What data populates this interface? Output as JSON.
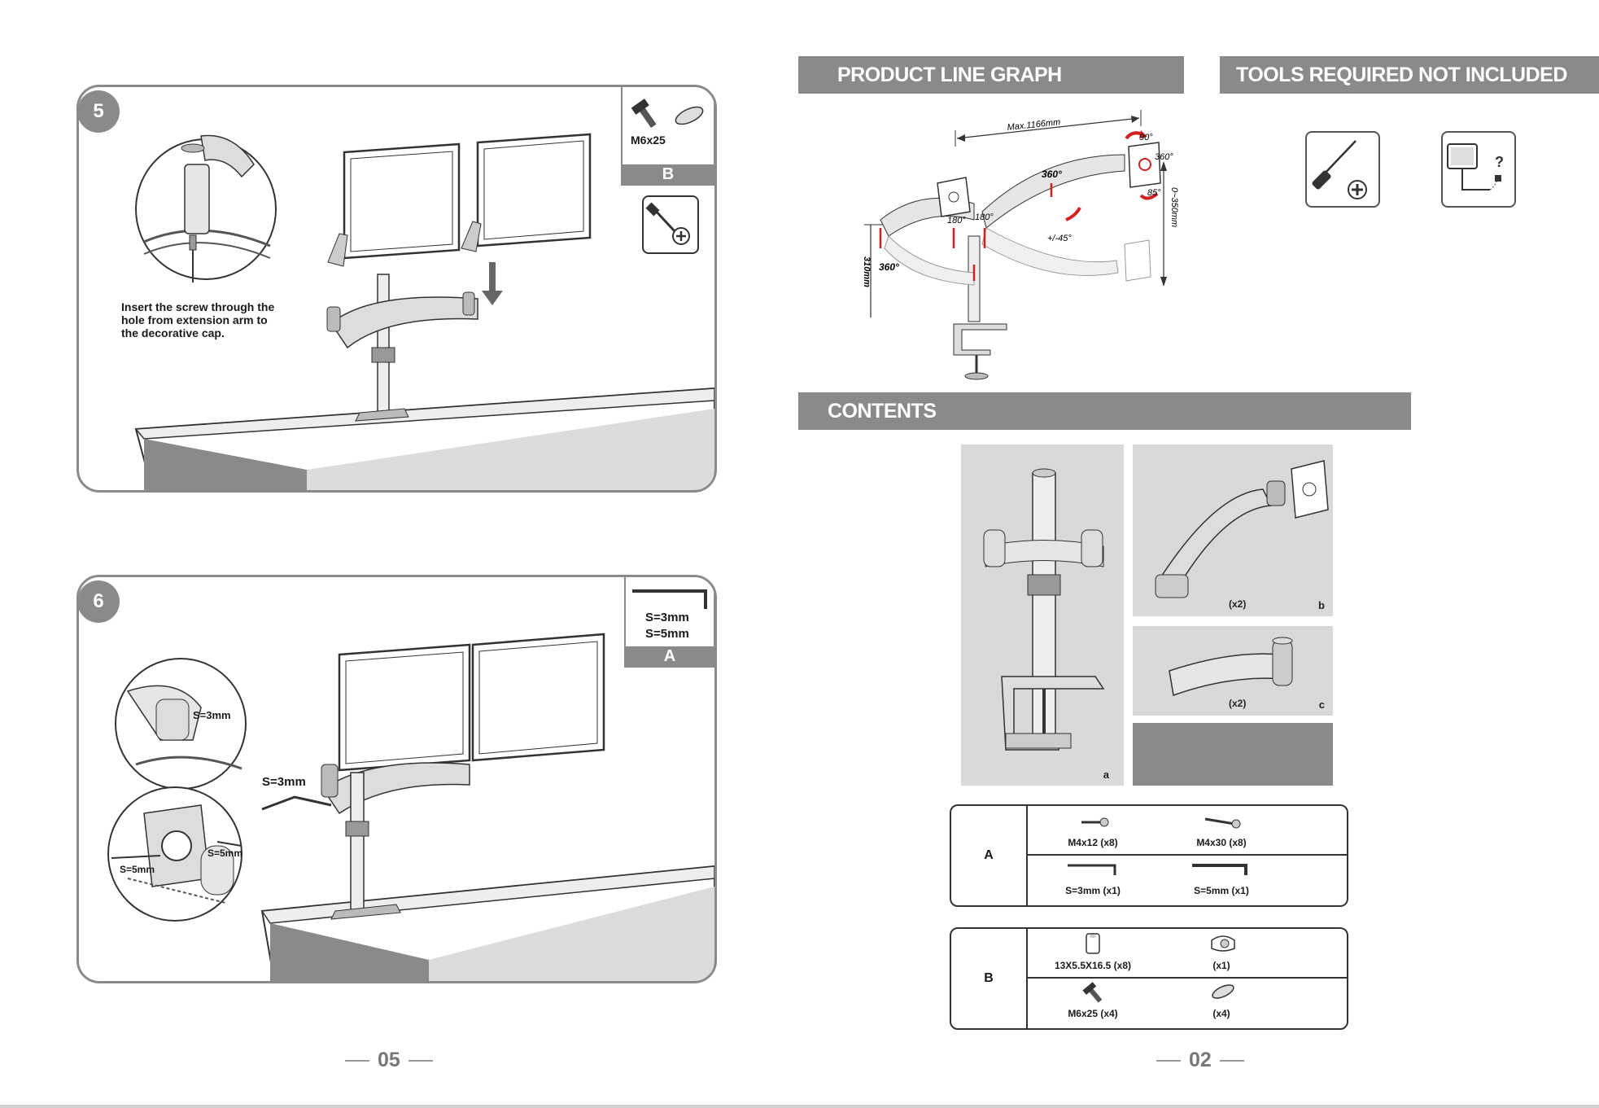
{
  "left_page": {
    "step5": {
      "number": "5",
      "instruction": [
        "Insert the screw through the",
        "hole from extension arm to",
        "the decorative cap."
      ],
      "part": {
        "label": "M6x25",
        "tag": "B"
      }
    },
    "step6": {
      "number": "6",
      "part": {
        "sizes": [
          "S=3mm",
          "S=5mm"
        ],
        "tag": "A"
      },
      "callouts": {
        "detail_top": "S=3mm",
        "arm": "S=3mm",
        "detail_bottom_right": "S=5mm",
        "detail_bottom_left": "S=5mm"
      }
    },
    "page_number": "05"
  },
  "right_page": {
    "product_line_graph": {
      "title": "PRODUCT LINE GRAPH",
      "labels": {
        "max_width": "Max.1166mm",
        "tilt_up": "90°",
        "rotate_right": "360°",
        "swivel_top": "360°",
        "tilt_down": "85°",
        "height_range": "0~350mm",
        "swivel_left": "180°",
        "swivel_right": "180°",
        "tilt": "+/-45°",
        "rotate_base": "360°",
        "pole_height": "310mm"
      }
    },
    "tools": {
      "title": "TOOLS REQUIRED NOT INCLUDED",
      "items": [
        "phillips-screwdriver",
        "computer-mouse"
      ]
    },
    "contents": {
      "title": "CONTENTS",
      "images": [
        {
          "letter": "a",
          "qty": ""
        },
        {
          "letter": "b",
          "qty": "(x2)"
        },
        {
          "letter": "c",
          "qty": "(x2)"
        }
      ]
    },
    "hardware_a": {
      "key": "A",
      "row1": [
        "M4x12 (x8)",
        "M4x30 (x8)"
      ],
      "row2": [
        "S=3mm (x1)",
        "S=5mm (x1)"
      ]
    },
    "hardware_b": {
      "key": "B",
      "row1": [
        "13X5.5X16.5 (x8)",
        "(x1)"
      ],
      "row2": [
        "M6x25 (x4)",
        "(x4)"
      ]
    },
    "page_number": "02"
  },
  "colors": {
    "panel_gray": "#8a8a8a",
    "accent_red": "#d22020",
    "image_bg": "#d9d9d9"
  }
}
